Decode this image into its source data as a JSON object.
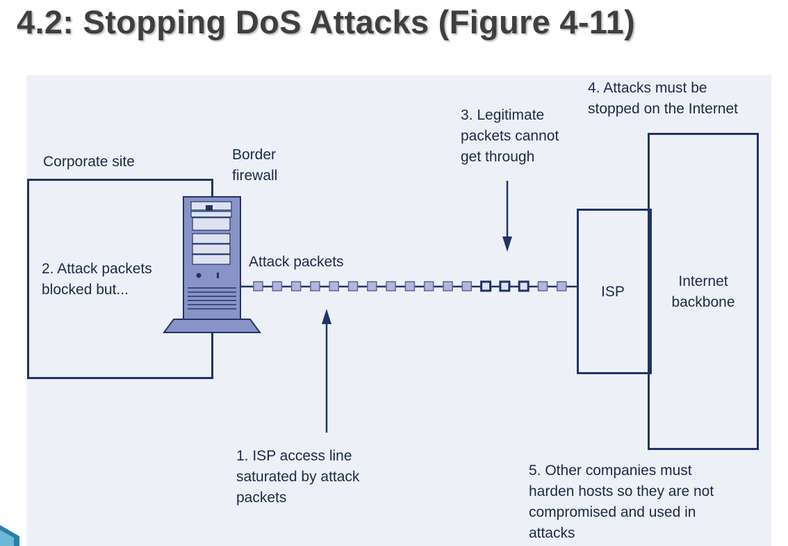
{
  "title": "4.2: Stopping DoS Attacks (Figure 4-11)",
  "labels": {
    "corporate_site": "Corporate site",
    "border_firewall": [
      "Border",
      "firewall"
    ],
    "blocked": [
      "2. Attack packets",
      "blocked but..."
    ],
    "attack_packets": "Attack packets",
    "legitimate": [
      "3. Legitimate",
      "packets cannot",
      "get through"
    ],
    "stopped": [
      "4. Attacks must be",
      "stopped on the Internet"
    ],
    "isp": "ISP",
    "backbone": [
      "Internet",
      "backbone"
    ],
    "saturated": [
      "1. ISP access line",
      "saturated by attack",
      "packets"
    ],
    "harden": [
      "5. Other companies must",
      "harden hosts so they are not",
      "compromised and used in",
      "attacks"
    ]
  },
  "colors": {
    "line": "#1f3466",
    "panel": "#eef0f7",
    "attack_packet": "#b3b6d8",
    "legit_packet": "#1f3466",
    "server": "#8a93c8"
  },
  "packets": {
    "attack_count": 12,
    "legitimate_count": 3,
    "trailing_attack_count": 2
  }
}
